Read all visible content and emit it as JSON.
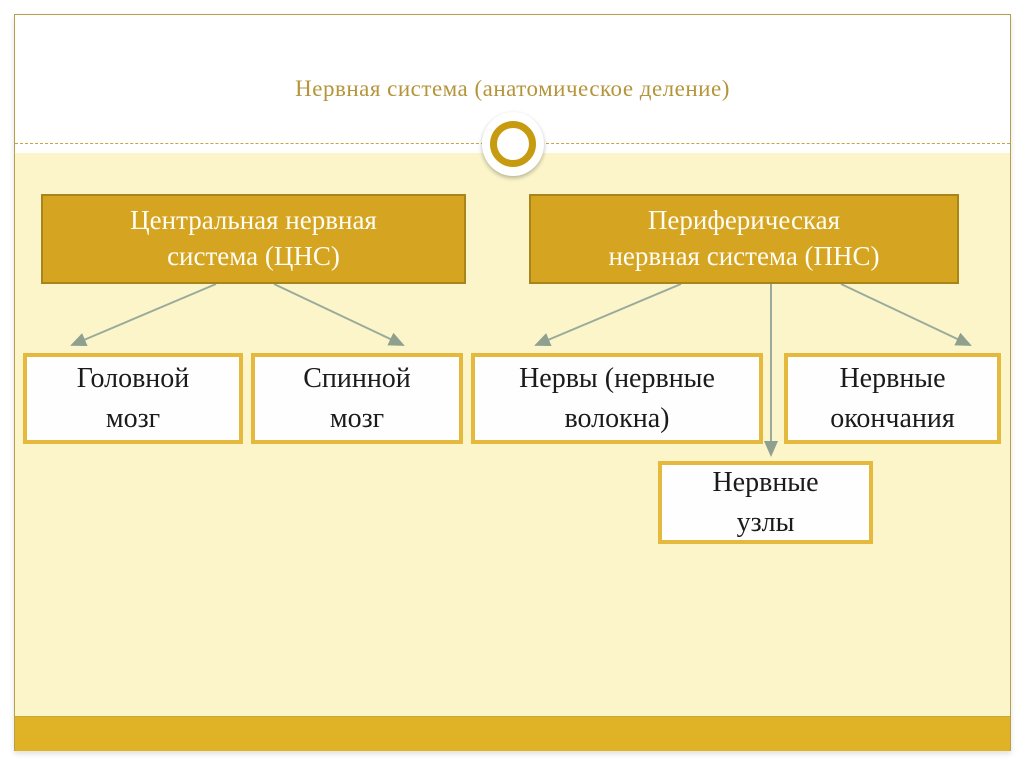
{
  "slide_title": "Нервная система (анатомическое деление)",
  "diagram": {
    "cns": {
      "label": "Центральная нервная\nсистема (ЦНС)",
      "children": [
        "brain",
        "spinal"
      ]
    },
    "pns": {
      "label": "Периферическая\nнервная система (ПНС)",
      "children": [
        "nerves",
        "ganglia",
        "endings"
      ]
    },
    "brain": {
      "label": "Головной\nмозг"
    },
    "spinal": {
      "label": "Спинной\nмозг"
    },
    "nerves": {
      "label": "Нервы (нервные\nволокна)"
    },
    "endings": {
      "label": "Нервные\nокончания"
    },
    "ganglia": {
      "label": "Нервные\nузлы"
    }
  },
  "colors": {
    "gold_fill": "#d5a521",
    "gold_border_dark": "#a8851b",
    "light_gold_border": "#e5b83e",
    "cream_background": "#fbf5c9",
    "bottom_bar": "#e0b226",
    "arrow": "#9aab9b",
    "title_text": "#b5953b",
    "dark_text": "#1b1b1b"
  }
}
